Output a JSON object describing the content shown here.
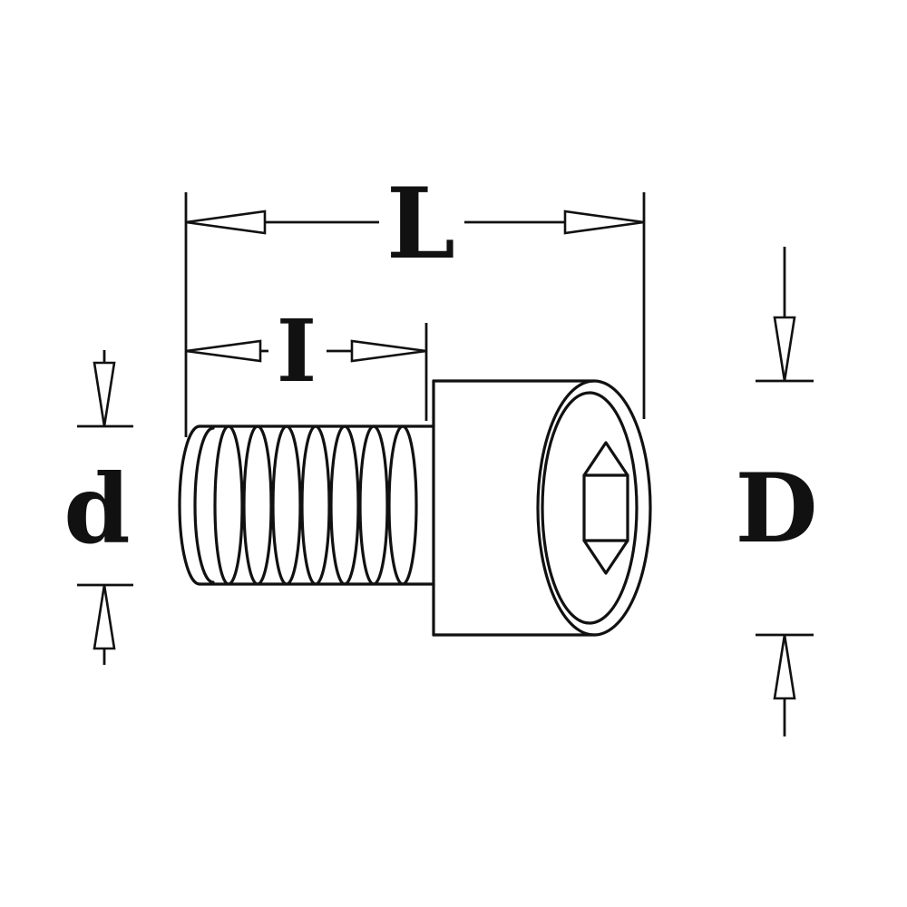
{
  "diagram": {
    "type": "technical-drawing",
    "subject": "socket-head-cap-screw-side-view",
    "labels": {
      "overall_length": "L",
      "thread_length": "I",
      "thread_diameter": "d",
      "head_diameter": "D"
    },
    "colors": {
      "line": "#111111",
      "background": "#ffffff"
    }
  }
}
